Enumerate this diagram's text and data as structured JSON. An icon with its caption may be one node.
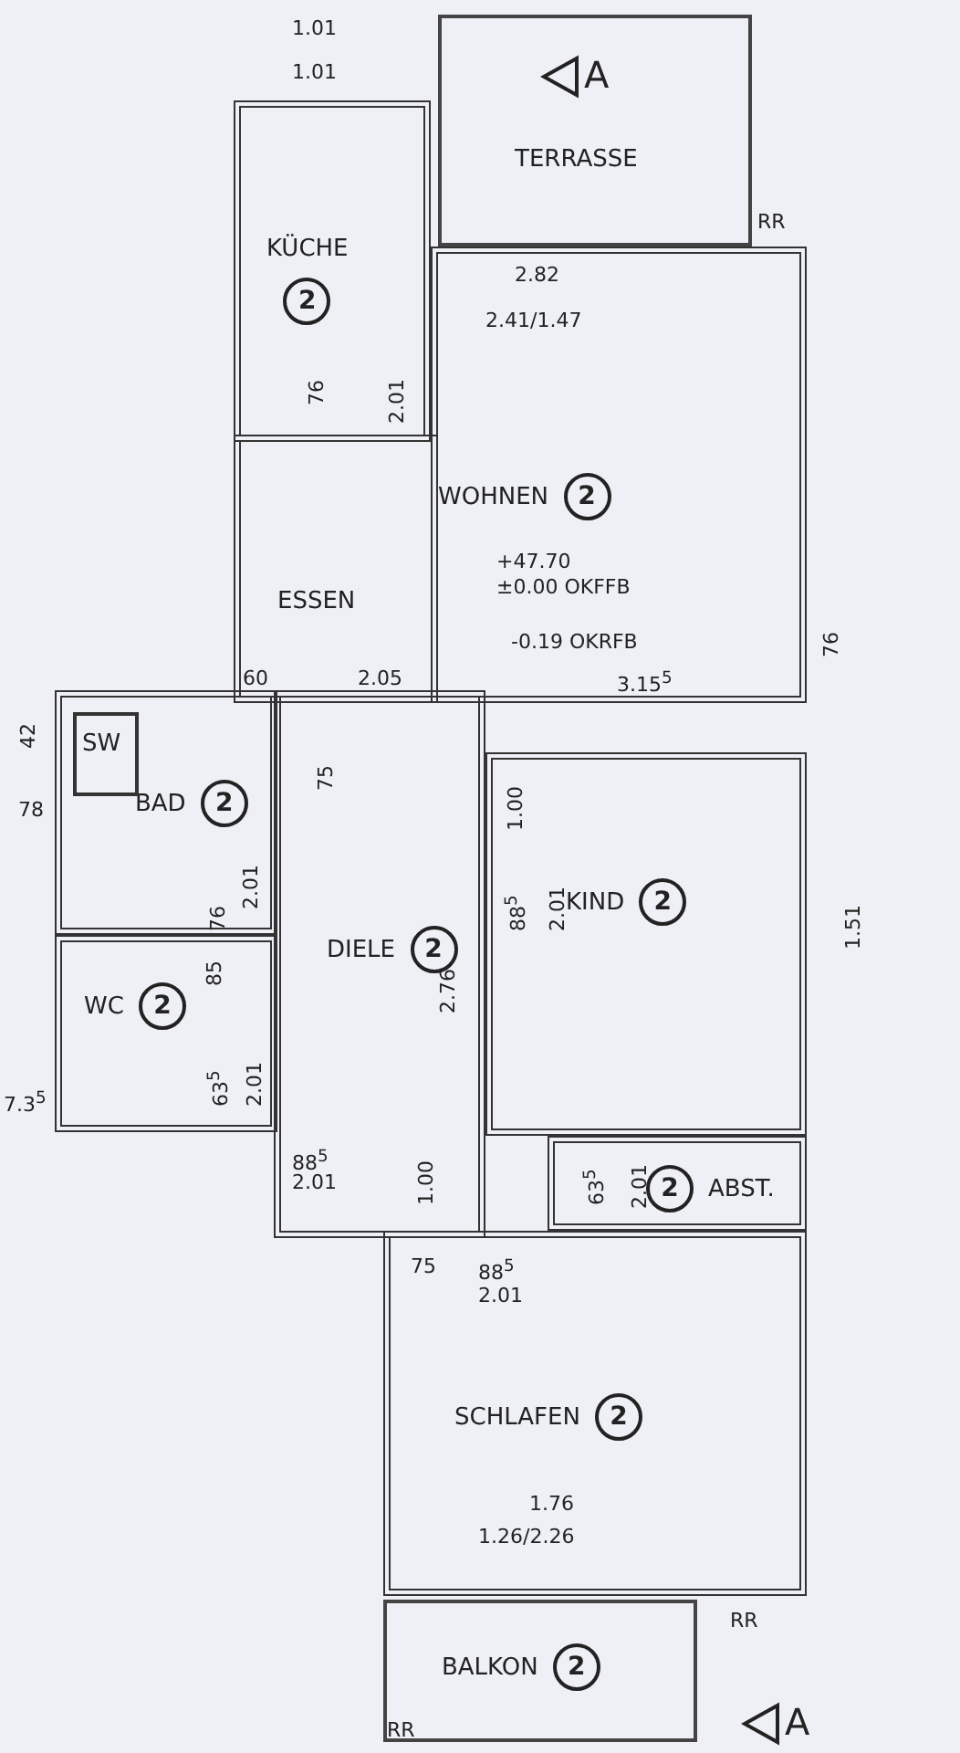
{
  "diagram": {
    "nodes": [
      {
        "text": [
          "TERRASSE"
        ]
      },
      {
        "text": [
          "KÜCHE",
          "2"
        ]
      },
      {
        "text": [
          "WOHNEN",
          "2"
        ]
      },
      {
        "text": [
          "ESSEN"
        ]
      },
      {
        "text": [
          "BAD",
          "2"
        ]
      },
      {
        "text": [
          "SW"
        ],
        "in": 4
      },
      {
        "text": [
          "DIELE",
          "2"
        ]
      },
      {
        "text": [
          "KIND",
          "2"
        ]
      },
      {
        "text": [
          "WC",
          "2"
        ]
      },
      {
        "text": [
          "2",
          "ABST."
        ]
      },
      {
        "text": [
          "SCHLAFEN",
          "2"
        ]
      },
      {
        "text": [
          "BALKON",
          "2"
        ]
      }
    ],
    "labels": [
      "1.01",
      "1.01",
      "A",
      "RR",
      "2.82",
      "2.41/1.47",
      "76",
      "2.01",
      "+47.70",
      "±0.00 OKFFB",
      "-0.19 OKRFB",
      "60",
      "2.05",
      "3.15$^{5}$",
      "76",
      "42",
      "78",
      "75",
      "1.00",
      "76",
      "2.01",
      "88$^{5}$",
      "2.01",
      "85",
      "2.76",
      "1.51",
      "63$^{5}$",
      "2.01",
      "7.3$^{5}$",
      "88$^{5}$",
      "2.01",
      "1.00",
      "63$^{5}$",
      "2.01",
      "75",
      "88$^{5}$",
      "2.01",
      "1.76",
      "1.26/2.26",
      "RR",
      "A",
      "RR"
    ]
  }
}
